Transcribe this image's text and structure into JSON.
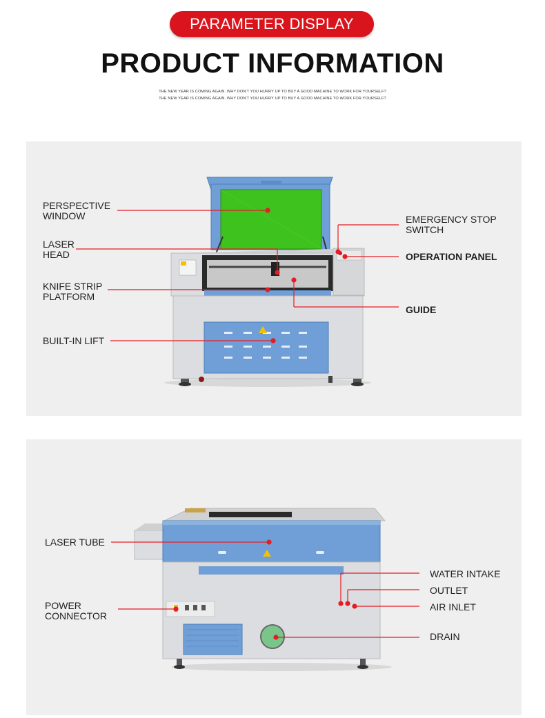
{
  "header": {
    "badge": "PARAMETER DISPLAY",
    "title": "PRODUCT INFORMATION",
    "tagline_1": "THE NEW YEAR IS COMING AGAIN. WHY DON'T YOU HURRY UP TO BUY A GOOD MACHINE TO WORK FOR YOURSELF?",
    "tagline_2": "THE NEW YEAR IS COMING AGAIN. WHY DON'T YOU HURRY UP TO BUY A GOOD MACHINE TO WORK FOR YOURSELF?"
  },
  "front_view": {
    "labels": {
      "perspective_window": [
        "PERSPECTIVE",
        "WINDOW"
      ],
      "laser_head": [
        "LASER",
        "HEAD"
      ],
      "knife_strip_platform": [
        "KNIFE STRIP",
        "PLATFORM"
      ],
      "built_in_lift": "BUILT-IN LIFT",
      "emergency_stop_switch": [
        "EMERGENCY STOP",
        "SWITCH"
      ],
      "operation_panel": "OPERATION PANEL",
      "guide": "GUIDE"
    }
  },
  "rear_view": {
    "labels": {
      "laser_tube": "LASER TUBE",
      "power_connector": [
        "POWER",
        "CONNECTOR"
      ],
      "water_intake": "WATER INTAKE",
      "outlet": "OUTLET",
      "air_inlet": "AIR INLET",
      "drain": "DRAIN"
    }
  },
  "colors": {
    "accent_red": "#d9141c",
    "machine_blue": "#6f9fd6",
    "machine_body": "#d9dadc",
    "panel_bg": "#efefef",
    "window_green": "#3ec21e"
  }
}
